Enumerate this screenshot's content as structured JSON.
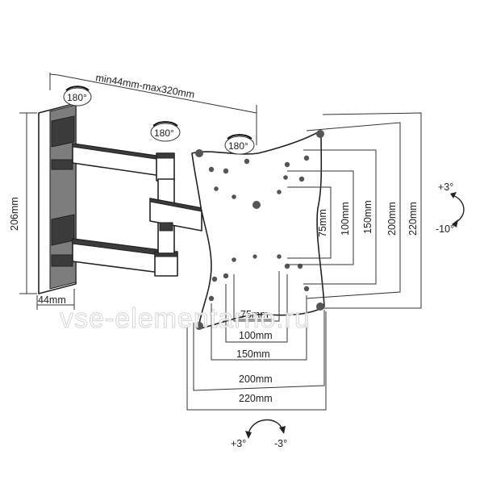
{
  "dimensions": {
    "arm_reach": "min44mm-max320mm",
    "wall_height": "206mm",
    "wall_depth": "44mm",
    "vesa_v": [
      "75mm",
      "100mm",
      "150mm",
      "200mm",
      "220mm"
    ],
    "vesa_h": [
      "75mm",
      "100mm",
      "150mm",
      "200mm",
      "220mm"
    ]
  },
  "rotation": {
    "swivel_1": "180°",
    "swivel_2": "180°",
    "swivel_3": "180°",
    "tilt_up": "+3°",
    "tilt_down": "-10°",
    "level_left": "+3°",
    "level_right": "-3°"
  },
  "watermark": "vse-elementarno.ru"
}
